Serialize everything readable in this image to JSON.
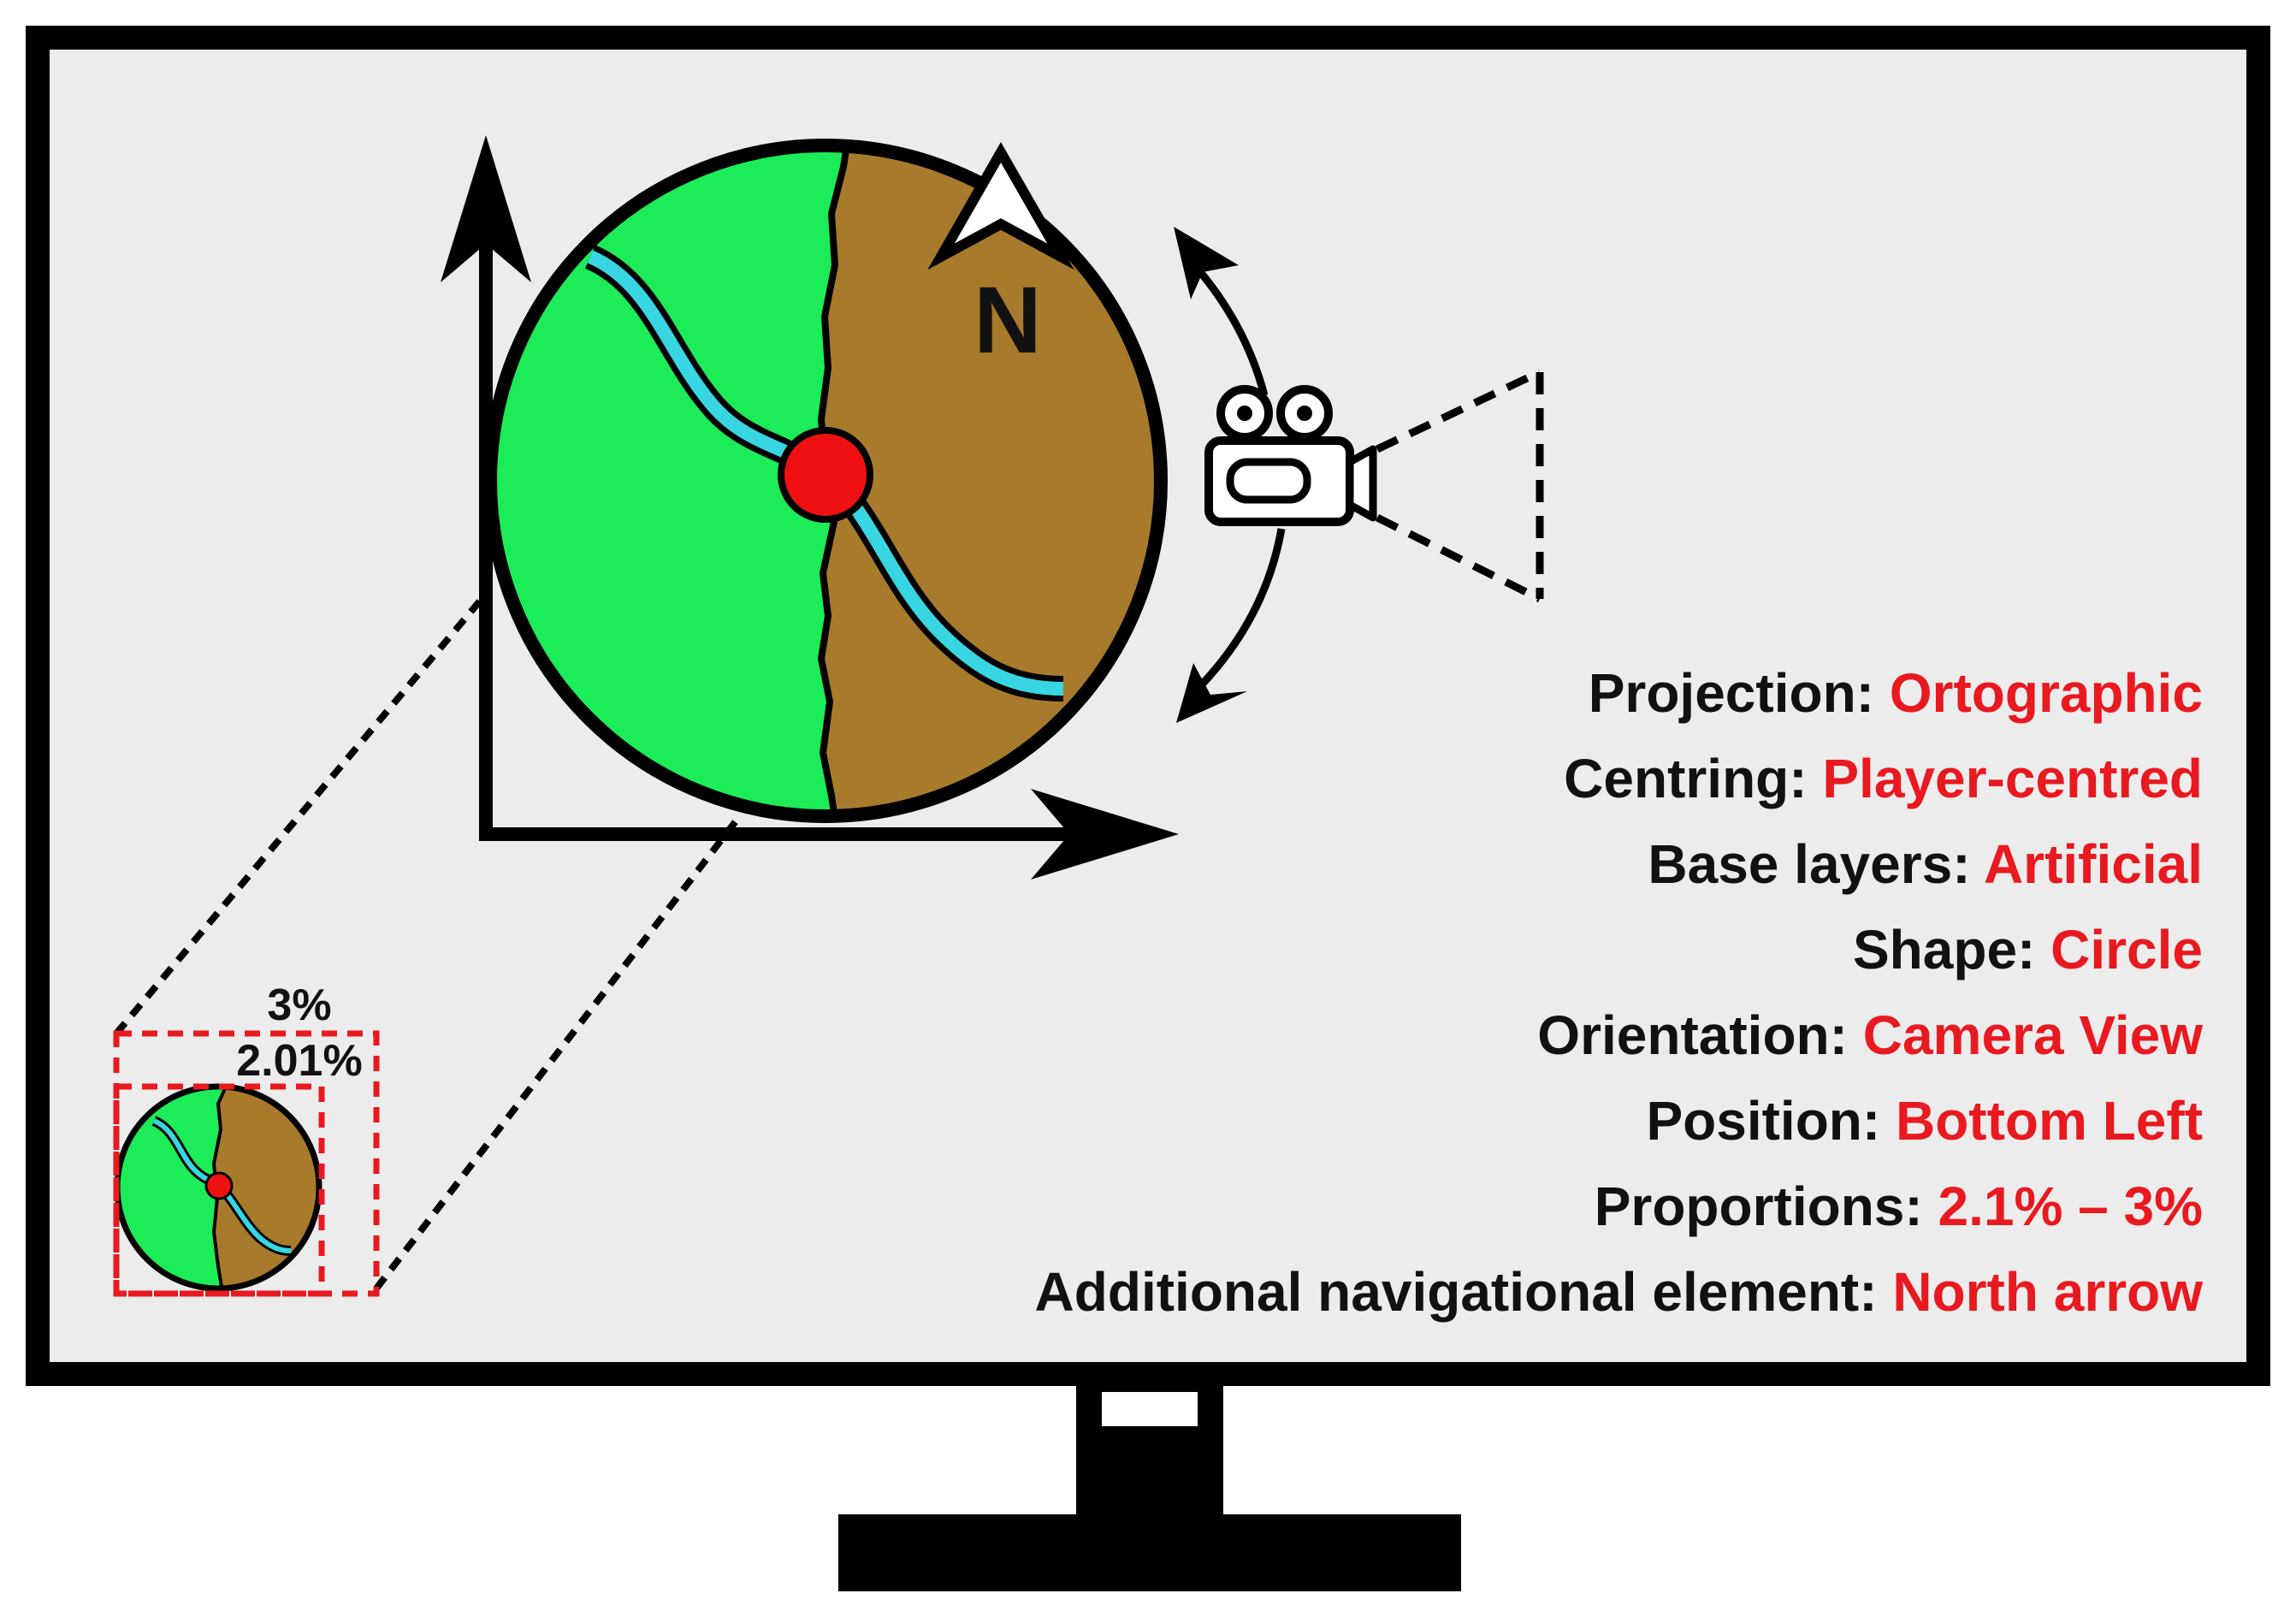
{
  "north_label": "N",
  "minimap_size": {
    "outer_label": "3%",
    "inner_label": "2.01%"
  },
  "properties": [
    {
      "label": "Projection: ",
      "value": "Ortographic"
    },
    {
      "label": "Centring: ",
      "value": "Player-centred"
    },
    {
      "label": "Base layers: ",
      "value": "Artificial"
    },
    {
      "label": "Shape: ",
      "value": "Circle"
    },
    {
      "label": "Orientation: ",
      "value": "Camera View"
    },
    {
      "label": "Position: ",
      "value": "Bottom Left"
    },
    {
      "label": "Proportions: ",
      "value": "2.1% – 3%"
    },
    {
      "label": "Additional navigational element: ",
      "value": "North arrow"
    }
  ],
  "colors": {
    "screen_bg": "#ececec",
    "frame": "#000000",
    "vegetation": "#1cec57",
    "terrain": "#a87a2c",
    "river": "#38d6e2",
    "player": "#ef1111",
    "highlight": "#e8191f"
  },
  "icons": [
    "north-arrow-icon",
    "camera-icon",
    "rotation-arrows-icon",
    "axis-arrows-icon"
  ]
}
